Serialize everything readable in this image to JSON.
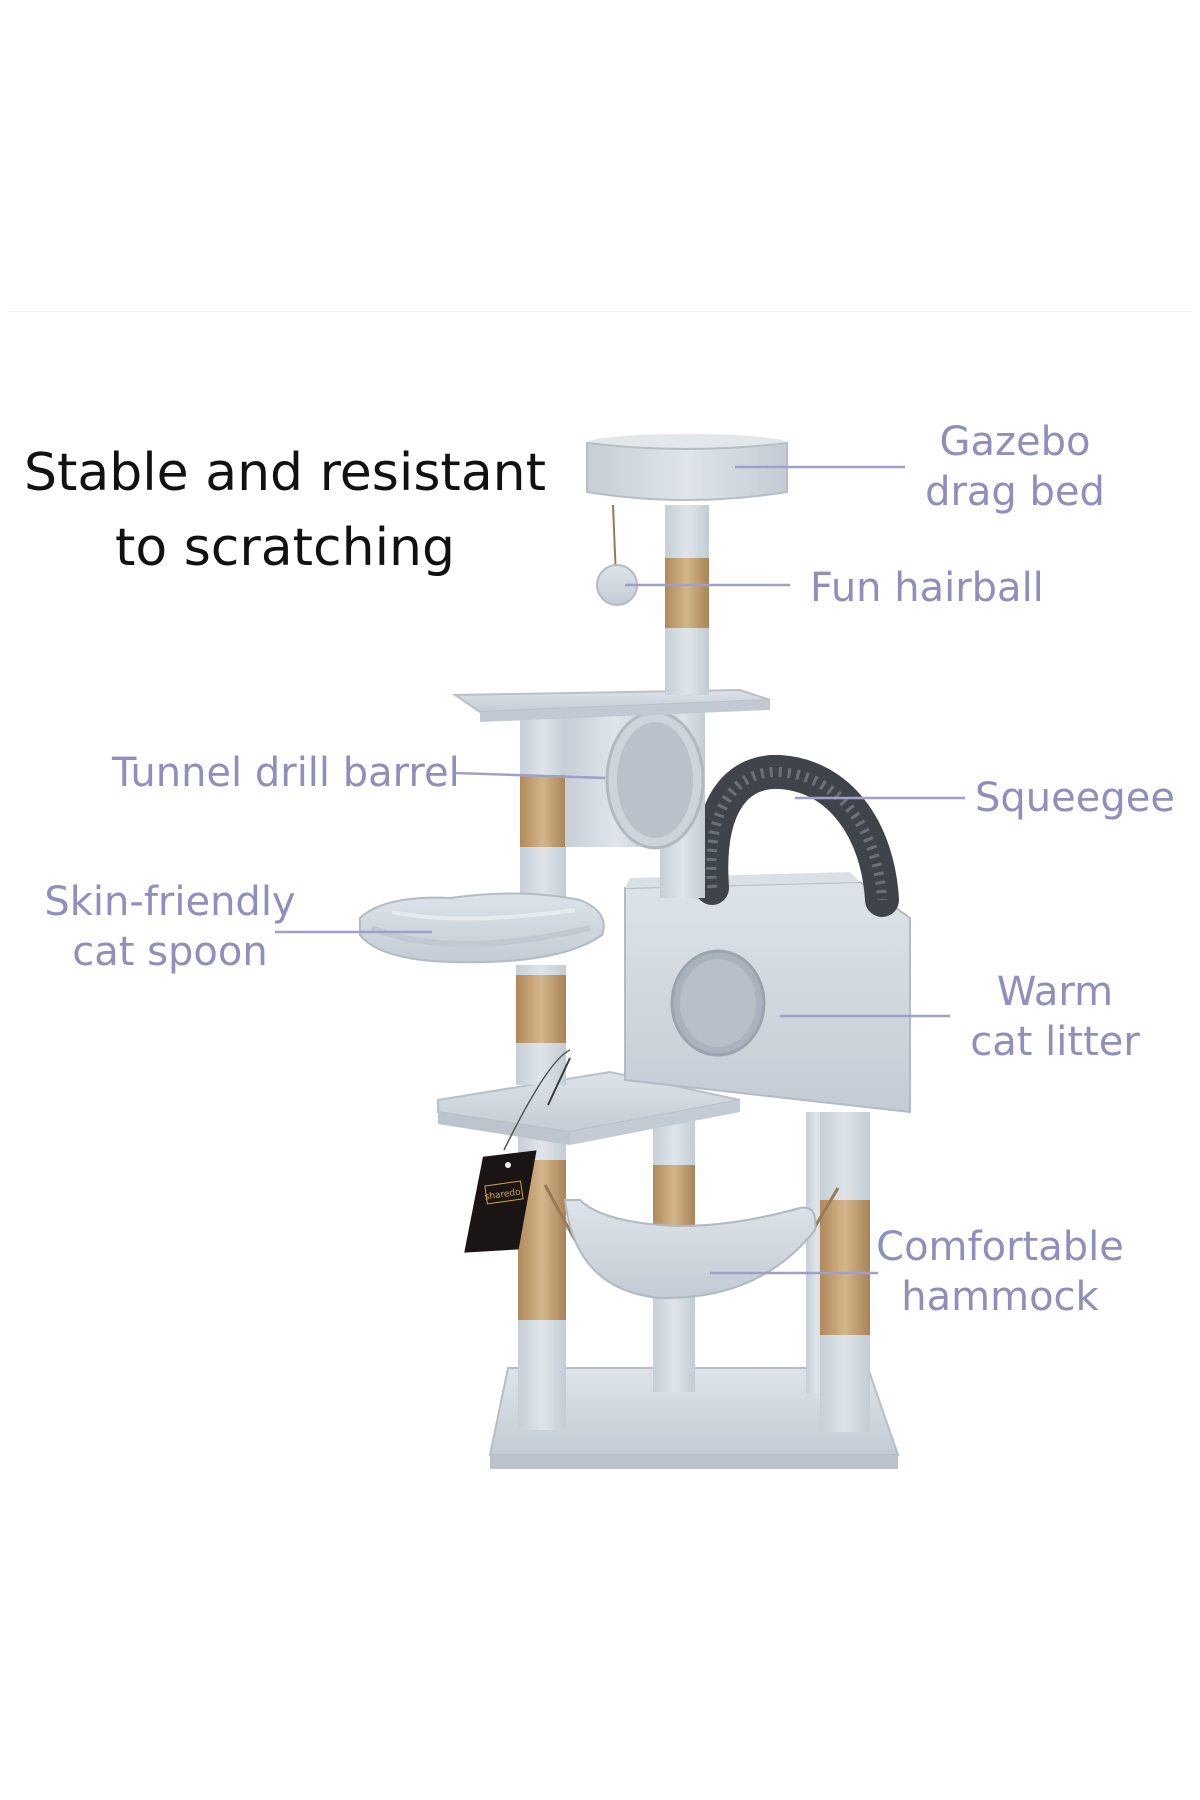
{
  "headline": {
    "line1": "Stable and resistant",
    "line2": "to scratching",
    "color": "#111111"
  },
  "labels": {
    "gazebo": {
      "line1": "Gazebo",
      "line2": "drag bed"
    },
    "hairball": {
      "line1": "Fun hairball"
    },
    "tunnel": {
      "line1": "Tunnel drill barrel"
    },
    "squeegee": {
      "line1": "Squeegee"
    },
    "spoon": {
      "line1": "Skin-friendly",
      "line2": "cat spoon"
    },
    "litter": {
      "line1": "Warm",
      "line2": "cat litter"
    },
    "hammock": {
      "line1": "Comfortable",
      "line2": "hammock"
    }
  },
  "tag": {
    "brand": "sharedo"
  },
  "colors": {
    "label": "#8e8fbd",
    "leader_line": "#9fa0c8",
    "plush": "#cfd6dd",
    "plush_dark": "#b9c2cb",
    "sisal": "#c7a57a",
    "brush": "#4a4f55",
    "tag": "#1a1414",
    "tag_text": "#d4a04c"
  }
}
